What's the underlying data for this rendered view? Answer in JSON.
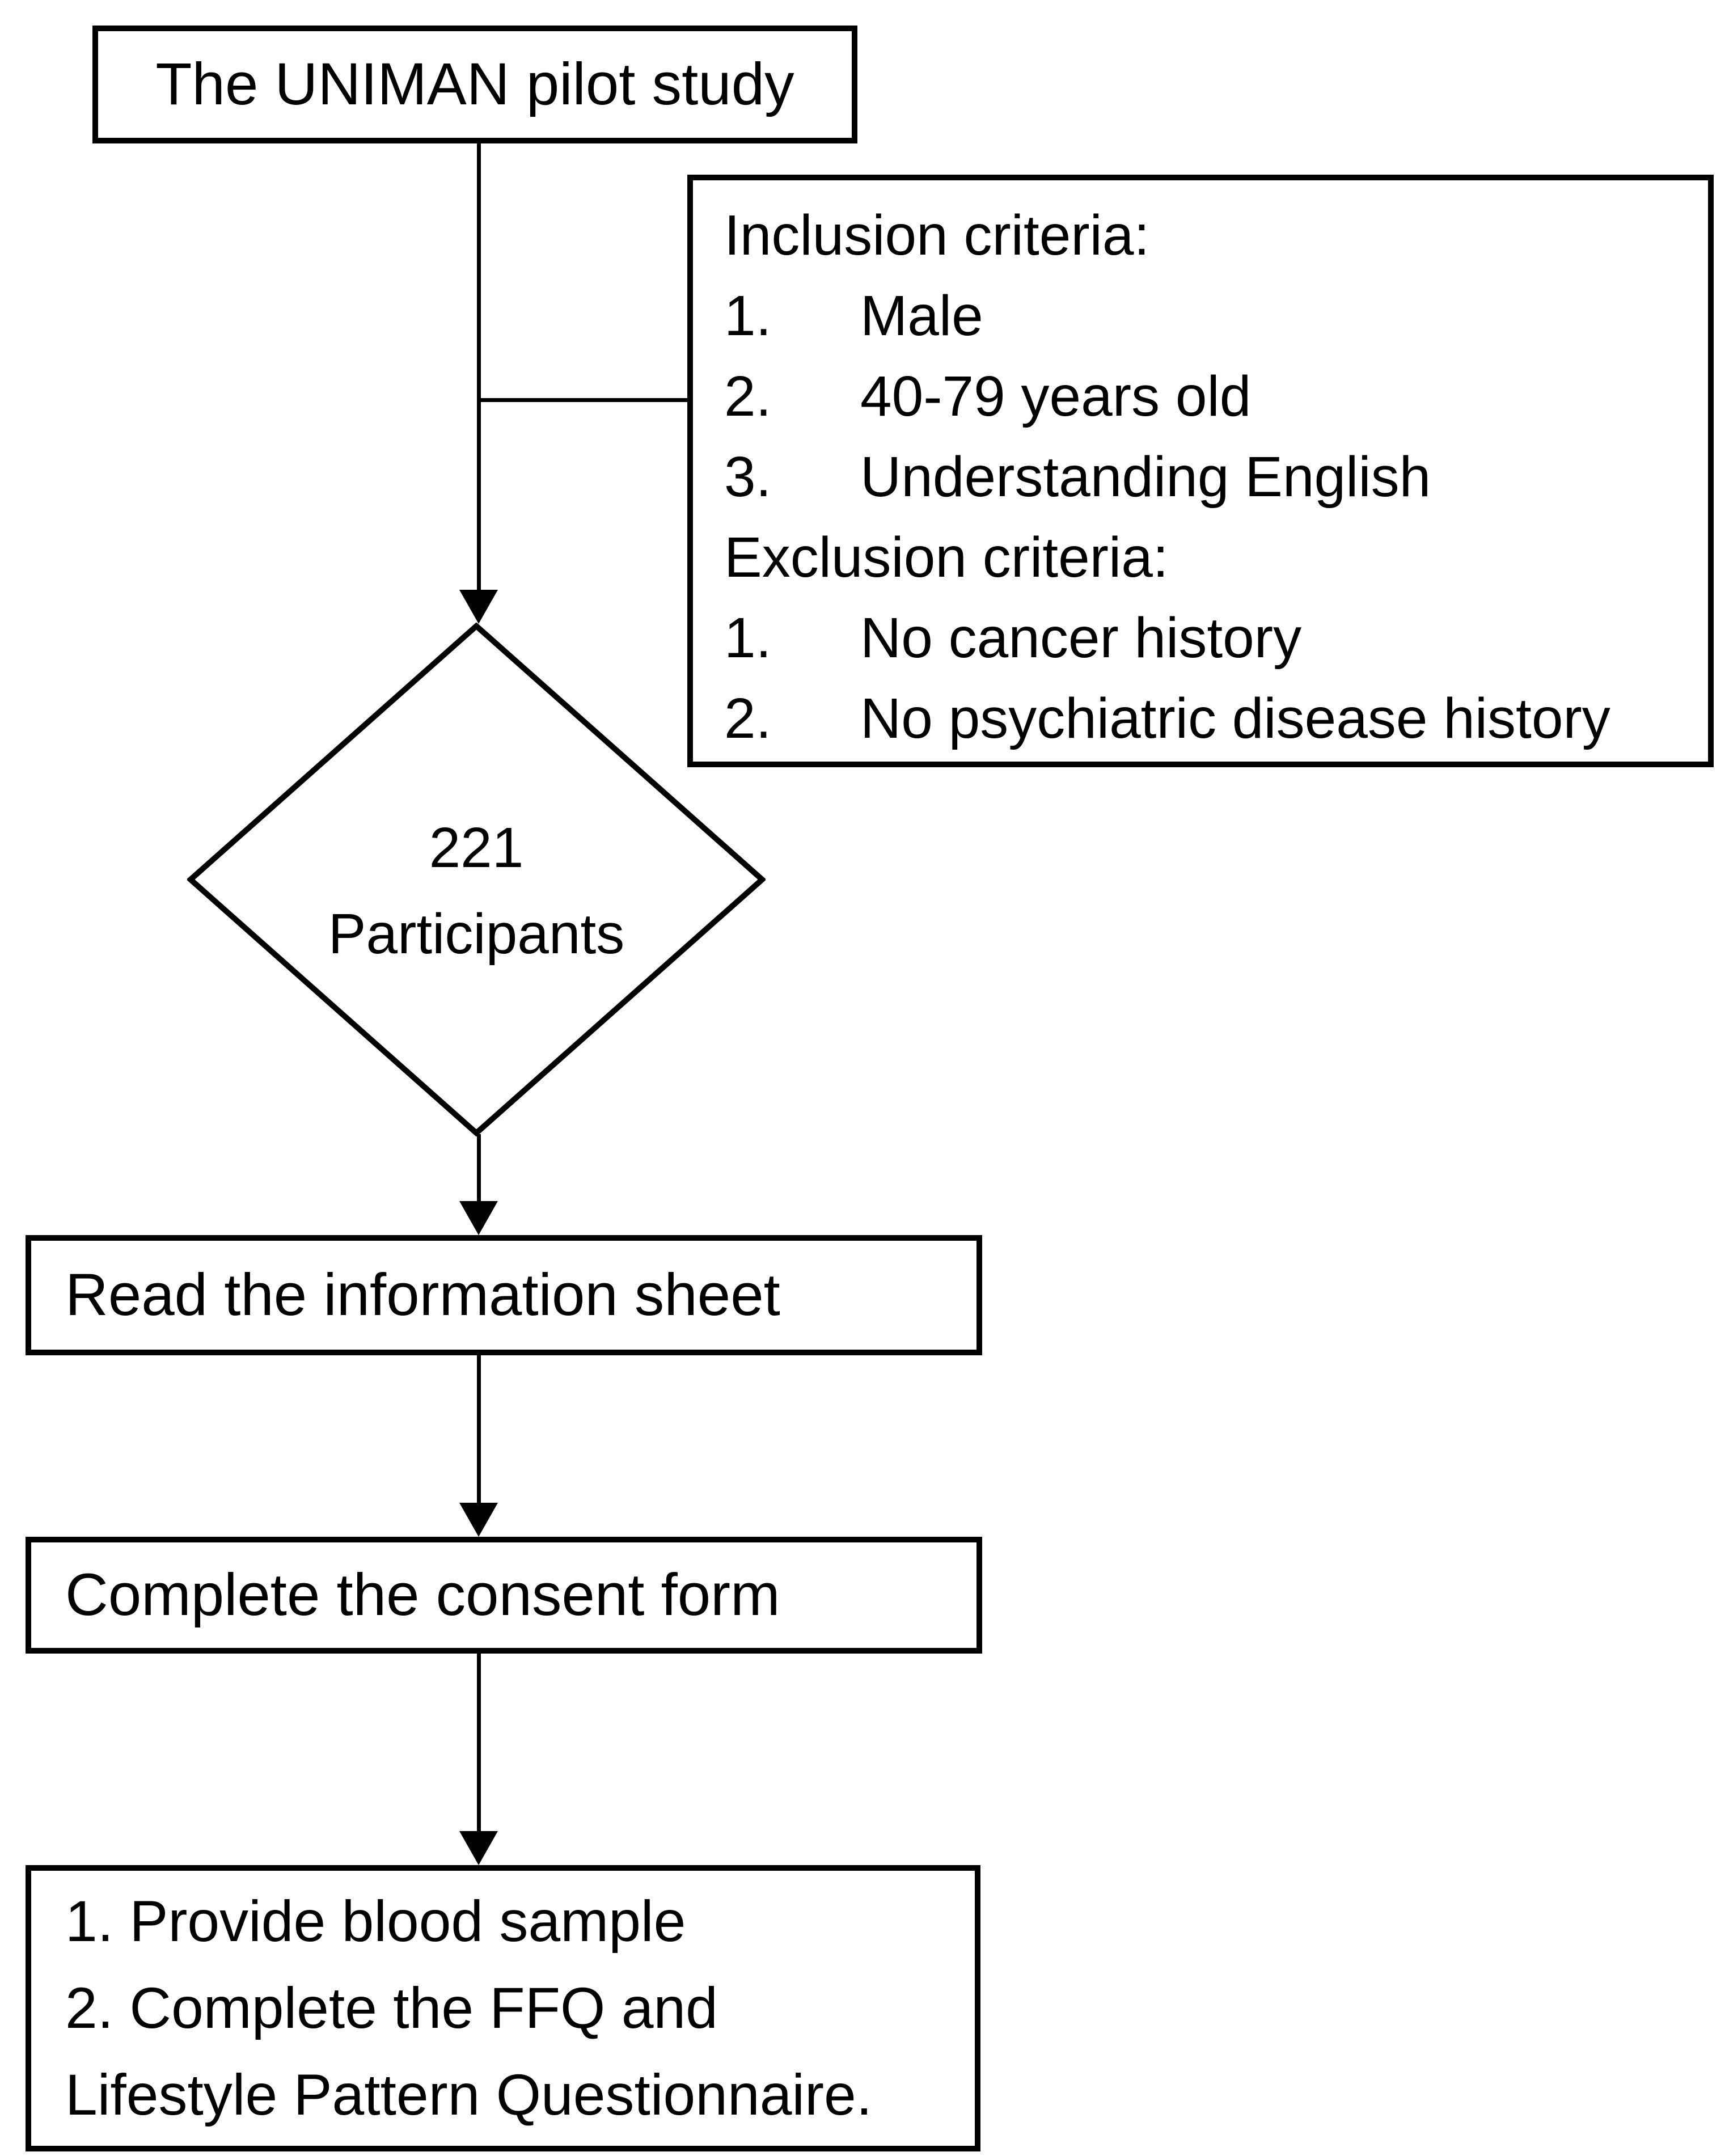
{
  "figure": {
    "type": "flowchart",
    "background_color": "#ffffff",
    "line_color": "#000000",
    "text_color": "#000000"
  },
  "nodes": {
    "study": {
      "label": "The UNIMAN pilot study"
    },
    "criteria": {
      "lines": [
        {
          "num": "",
          "text": "Inclusion criteria:"
        },
        {
          "num": "1.",
          "text": "Male"
        },
        {
          "num": "2.",
          "text": "40-79 years old"
        },
        {
          "num": "3.",
          "text": "Understanding English"
        },
        {
          "num": "",
          "text": "Exclusion criteria:"
        },
        {
          "num": "1.",
          "text": "No cancer history"
        },
        {
          "num": "2.",
          "text": "No psychiatric disease history"
        }
      ]
    },
    "participants": {
      "count": "221",
      "label": "Participants"
    },
    "read_sheet": {
      "label": "Read the information sheet"
    },
    "consent": {
      "label": "Complete the consent form"
    },
    "procedures": {
      "lines": [
        "1. Provide blood sample",
        "2. Complete the FFQ and",
        "Lifestyle Pattern Questionnaire."
      ]
    }
  }
}
